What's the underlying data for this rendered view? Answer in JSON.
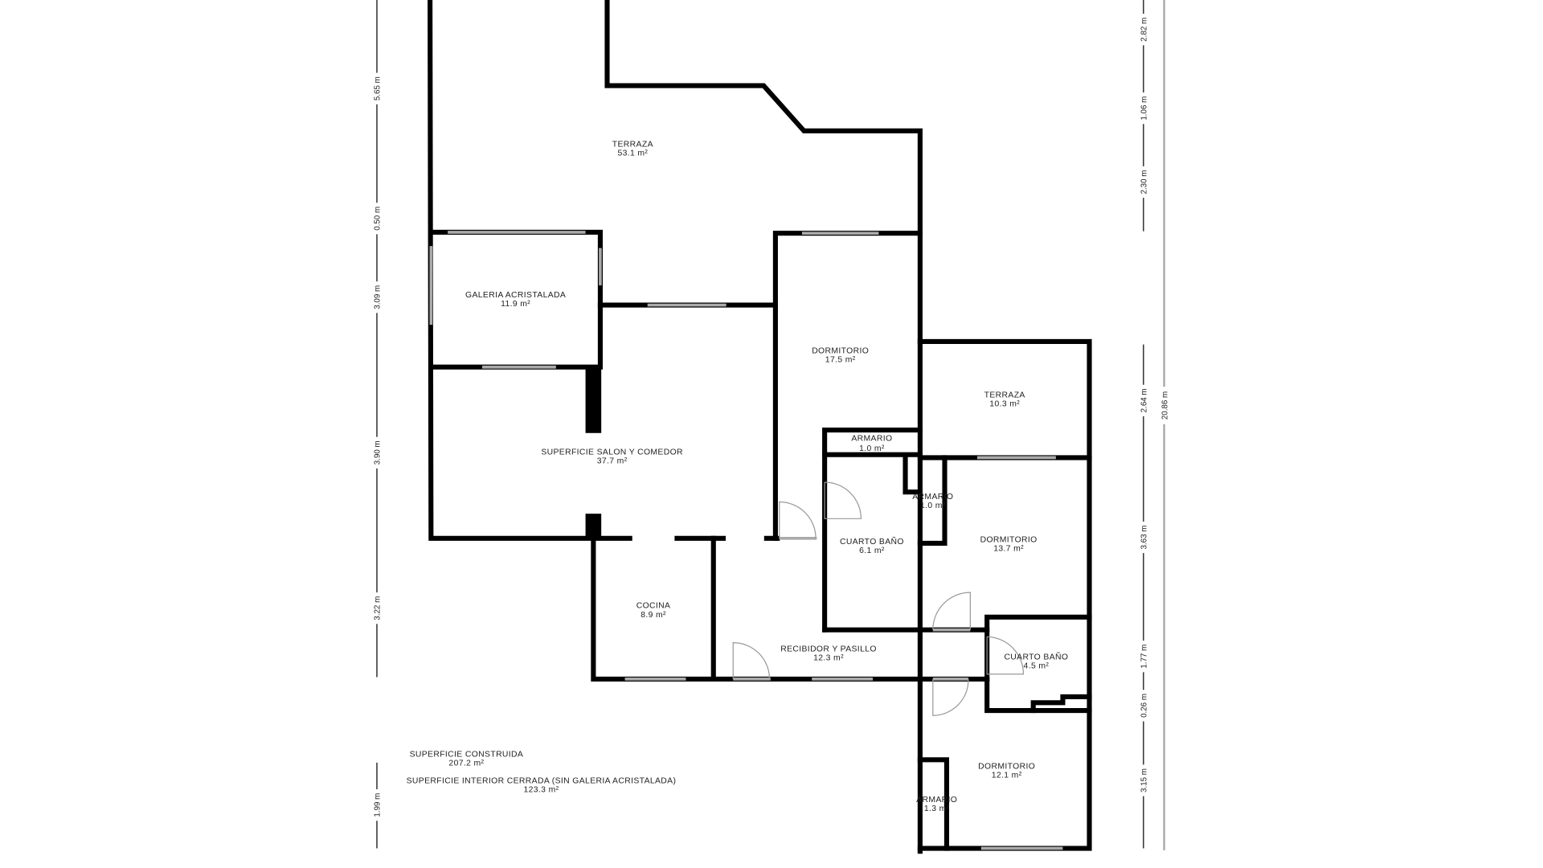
{
  "rooms": [
    {
      "name": "TERRAZA",
      "area": "53.1 m²"
    },
    {
      "name": "GALERIA ACRISTALADA",
      "area": "11.9 m²"
    },
    {
      "name": "DORMITORIO",
      "area": "17.5 m²"
    },
    {
      "name": "TERRAZA",
      "area": "10.3 m²"
    },
    {
      "name": "ARMARIO",
      "area": "1.0 m²"
    },
    {
      "name": "SUPERFICIE SALON Y COMEDOR",
      "area": "37.7 m²"
    },
    {
      "name": "ARMARIO",
      "area": "1.0 m²"
    },
    {
      "name": "CUARTO BAÑO",
      "area": "6.1 m²"
    },
    {
      "name": "DORMITORIO",
      "area": "13.7 m²"
    },
    {
      "name": "COCINA",
      "area": "8.9 m²"
    },
    {
      "name": "RECIBIDOR Y PASILLO",
      "area": "12.3 m²"
    },
    {
      "name": "CUARTO BAÑO",
      "area": "4.5 m²"
    },
    {
      "name": "DORMITORIO",
      "area": "12.1 m²"
    },
    {
      "name": "ARMARIO",
      "area": "1.3 m²"
    }
  ],
  "summary": {
    "built_label": "SUPERFICIE CONSTRUIDA",
    "built_area": "207.2 m²",
    "interior_label": "SUPERFICIE INTERIOR CERRADA (SIN GALERIA ACRISTALADA)",
    "interior_area": "123.3 m²"
  },
  "dimensions": {
    "left": [
      "5.65 m",
      "0.50 m",
      "3.09 m",
      "3.90 m",
      "3.22 m",
      "1.99 m"
    ],
    "right": [
      "2.82 m",
      "1.06 m",
      "2.30 m",
      "2.64 m",
      "3.63 m",
      "1.77 m",
      "0.26 m",
      "3.15 m"
    ],
    "total": "20.86 m"
  }
}
